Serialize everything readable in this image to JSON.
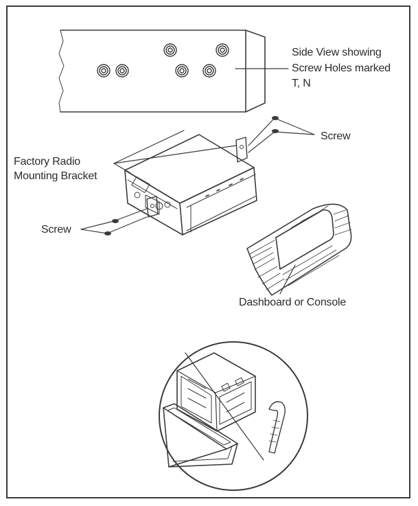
{
  "labels": {
    "side_view_line1": "Side View showing",
    "side_view_line2": "Screw Holes marked",
    "side_view_line3": "T, N",
    "screw_top": "Screw",
    "bracket_line1": "Factory Radio",
    "bracket_line2": "Mounting Bracket",
    "screw_left": "Screw",
    "dashboard": "Dashboard or Console"
  },
  "colors": {
    "line": "#3a3a3a",
    "text": "#2b2b2b",
    "frame": "#3a3a3a"
  }
}
